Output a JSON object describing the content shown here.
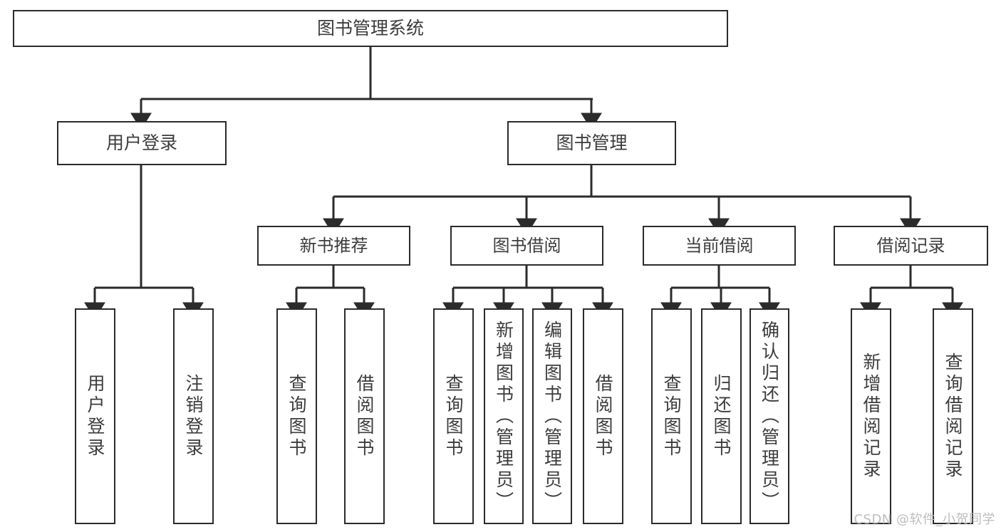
{
  "diagram": {
    "type": "tree-hierarchy",
    "title": "图书管理系统",
    "orientation": "top-down",
    "colors": {
      "stroke": "#2b2b2b",
      "fill": "#ffffff",
      "text": "#3c3c3c",
      "watermark": "#bdbdbd"
    },
    "nodes": {
      "root": {
        "label": "图书管理系统"
      },
      "level2": [
        {
          "id": "user-login",
          "label": "用户登录"
        },
        {
          "id": "book-manage",
          "label": "图书管理"
        }
      ],
      "level3": [
        {
          "id": "new-book-recommend",
          "label": "新书推荐"
        },
        {
          "id": "book-borrow",
          "label": "图书借阅"
        },
        {
          "id": "current-borrow",
          "label": "当前借阅"
        },
        {
          "id": "borrow-record",
          "label": "借阅记录"
        }
      ],
      "leaves": [
        {
          "id": "leaf-user-login",
          "label": "用户登录",
          "parent": "user-login"
        },
        {
          "id": "leaf-logout",
          "label": "注销登录",
          "parent": "user-login"
        },
        {
          "id": "leaf-query-book-1",
          "label": "查询图书",
          "parent": "new-book-recommend"
        },
        {
          "id": "leaf-borrow-book-1",
          "label": "借阅图书",
          "parent": "new-book-recommend"
        },
        {
          "id": "leaf-query-book-2",
          "label": "查询图书",
          "parent": "book-borrow"
        },
        {
          "id": "leaf-add-book",
          "label": "新增图书（管理员）",
          "parent": "book-borrow"
        },
        {
          "id": "leaf-edit-book",
          "label": "编辑图书（管理员）",
          "parent": "book-borrow"
        },
        {
          "id": "leaf-borrow-book-2",
          "label": "借阅图书",
          "parent": "book-borrow"
        },
        {
          "id": "leaf-query-book-3",
          "label": "查询图书",
          "parent": "current-borrow"
        },
        {
          "id": "leaf-return-book",
          "label": "归还图书",
          "parent": "current-borrow"
        },
        {
          "id": "leaf-confirm-return",
          "label": "确认归还（管理员）",
          "parent": "current-borrow"
        },
        {
          "id": "leaf-add-record",
          "label": "新增借阅记录",
          "parent": "borrow-record"
        },
        {
          "id": "leaf-query-record",
          "label": "查询借阅记录",
          "parent": "borrow-record"
        }
      ]
    }
  },
  "watermark": {
    "text": "CSDN @软件_小贺同学"
  }
}
